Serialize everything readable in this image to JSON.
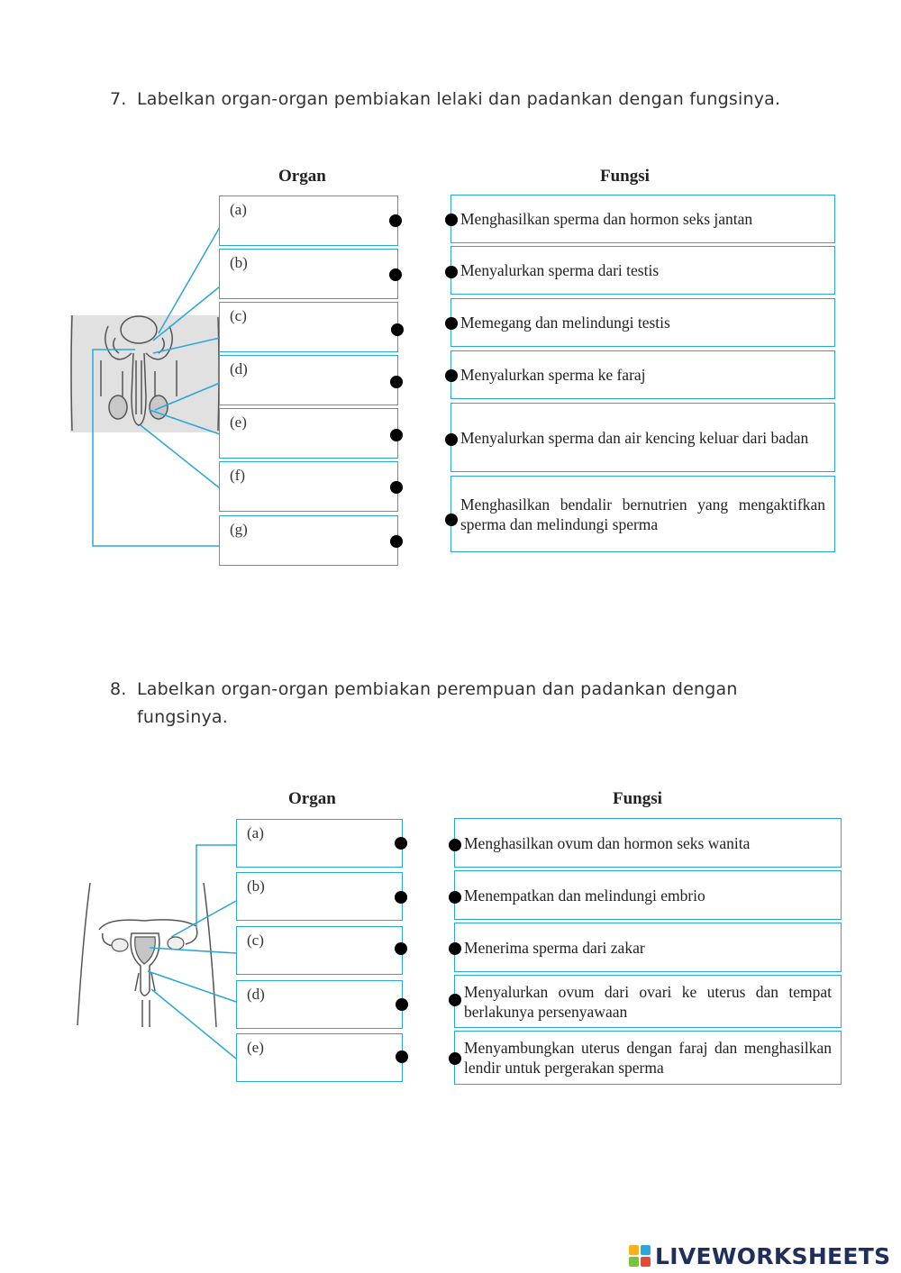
{
  "q7": {
    "number": "7.",
    "text": "Labelkan organ-organ pembiakan lelaki dan padankan dengan fungsinya.",
    "organ_header": "Organ",
    "fungsi_header": "Fungsi",
    "organs": [
      "(a)",
      "(b)",
      "(c)",
      "(d)",
      "(e)",
      "(f)",
      "(g)"
    ],
    "functions": [
      "Menghasilkan sperma dan hormon seks jantan",
      "Menyalurkan sperma dari testis",
      "Memegang dan melindungi testis",
      "Menyalurkan sperma ke faraj",
      "Menyalurkan sperma dan air kencing keluar dari badan",
      "Menghasilkan bendalir bernutrien yang mengaktifkan sperma dan melindungi sperma"
    ]
  },
  "q8": {
    "number": "8.",
    "text": "Labelkan organ-organ pembiakan perempuan dan padankan dengan fungsinya.",
    "organ_header": "Organ",
    "fungsi_header": "Fungsi",
    "organs": [
      "(a)",
      "(b)",
      "(c)",
      "(d)",
      "(e)"
    ],
    "functions": [
      "Menghasilkan ovum dan hormon seks wanita",
      "Menempatkan dan melindungi embrio",
      "Menerima sperma dari zakar",
      "Menyalurkan ovum dari ovari ke uterus dan tempat berlakunya persenyawaan",
      "Menyambungkan uterus dengan faraj dan menghasilkan lendir untuk pergerakan sperma"
    ]
  },
  "brand": {
    "name": "LIVEWORKSHEETS",
    "text_color": "#1f2e5a",
    "mark_colors": [
      "#f6b21b",
      "#2aa7d6",
      "#7cc242",
      "#e8483a"
    ]
  },
  "accent_color": "#2aa7d6",
  "icons": [
    "liveworksheets-logo-icon",
    "male-reproductive-system-icon",
    "female-reproductive-system-icon"
  ]
}
